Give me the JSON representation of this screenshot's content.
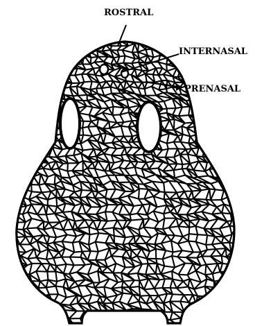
{
  "labels": {
    "rostral": "ROSTRAL",
    "internasal": "INTERNASAL",
    "prenasal": "PRENASAL"
  },
  "colors": {
    "ink": "#000000",
    "paper": "#ffffff"
  }
}
